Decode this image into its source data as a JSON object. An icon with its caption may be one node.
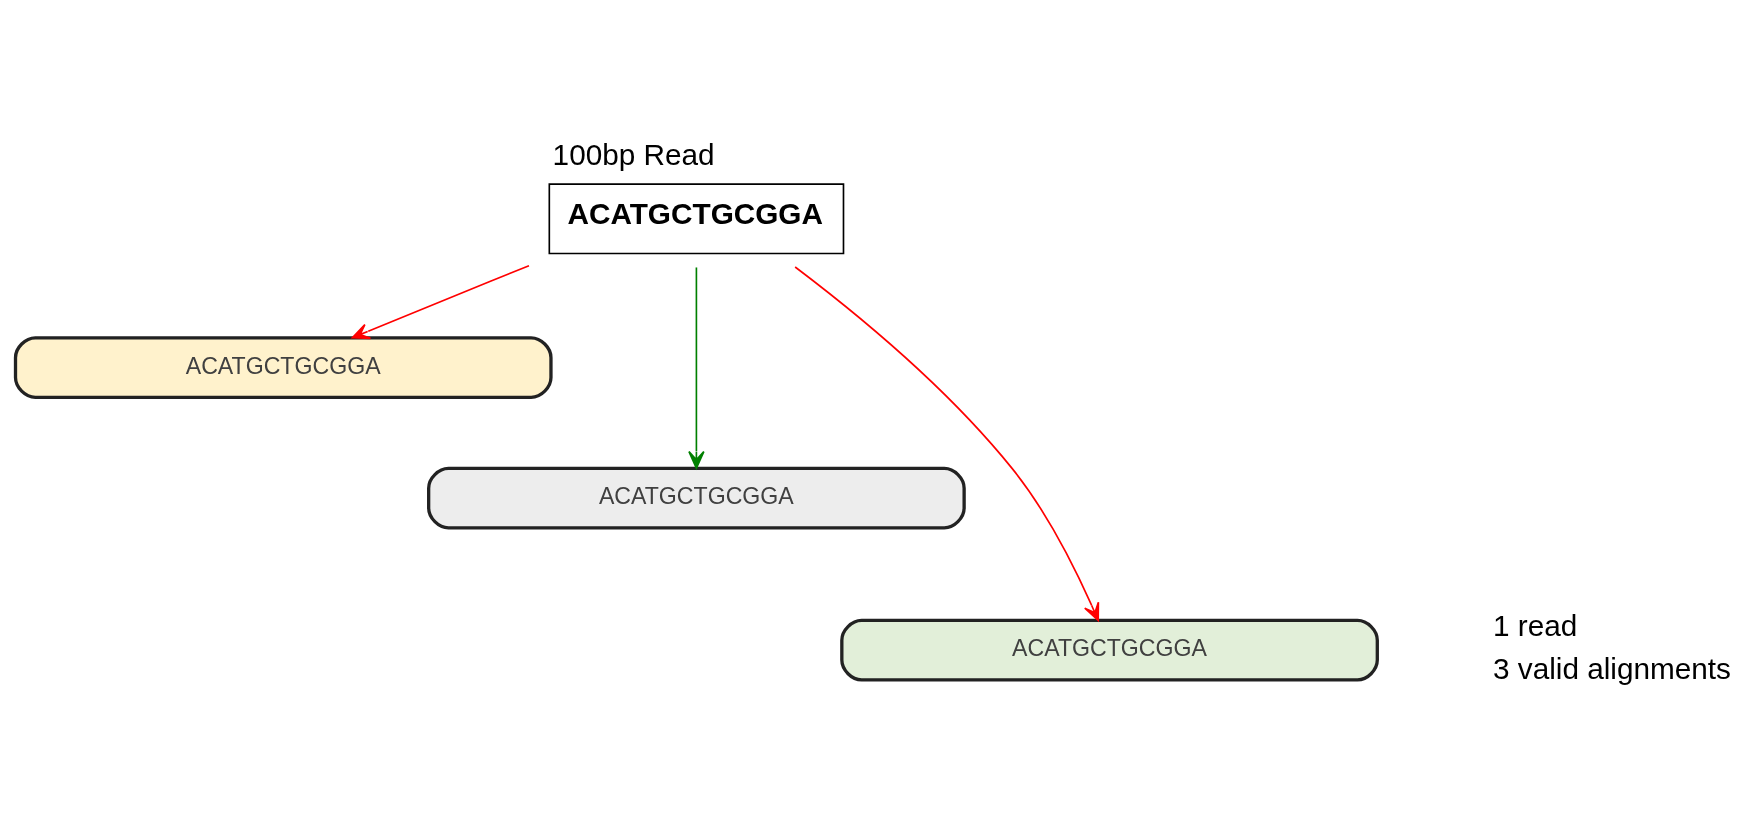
{
  "diagram": {
    "nodes": [
      {
        "text": [
          "100bp Read",
          "ACATGCTGCGGA"
        ]
      },
      {
        "text": [
          "ACATGCTGCGGA"
        ]
      },
      {
        "text": [
          "ACATGCTGCGGA"
        ]
      },
      {
        "text": [
          "ACATGCTGCGGA"
        ]
      }
    ],
    "edges": [
      {
        "from": 0,
        "to": 1,
        "arrow": "to"
      },
      {
        "from": 0,
        "to": 2,
        "arrow": "to",
        "color": "#008000"
      },
      {
        "from": 0,
        "to": 3,
        "arrow": "to"
      }
    ],
    "labels": [
      "1 read",
      "3 valid alignments"
    ]
  }
}
